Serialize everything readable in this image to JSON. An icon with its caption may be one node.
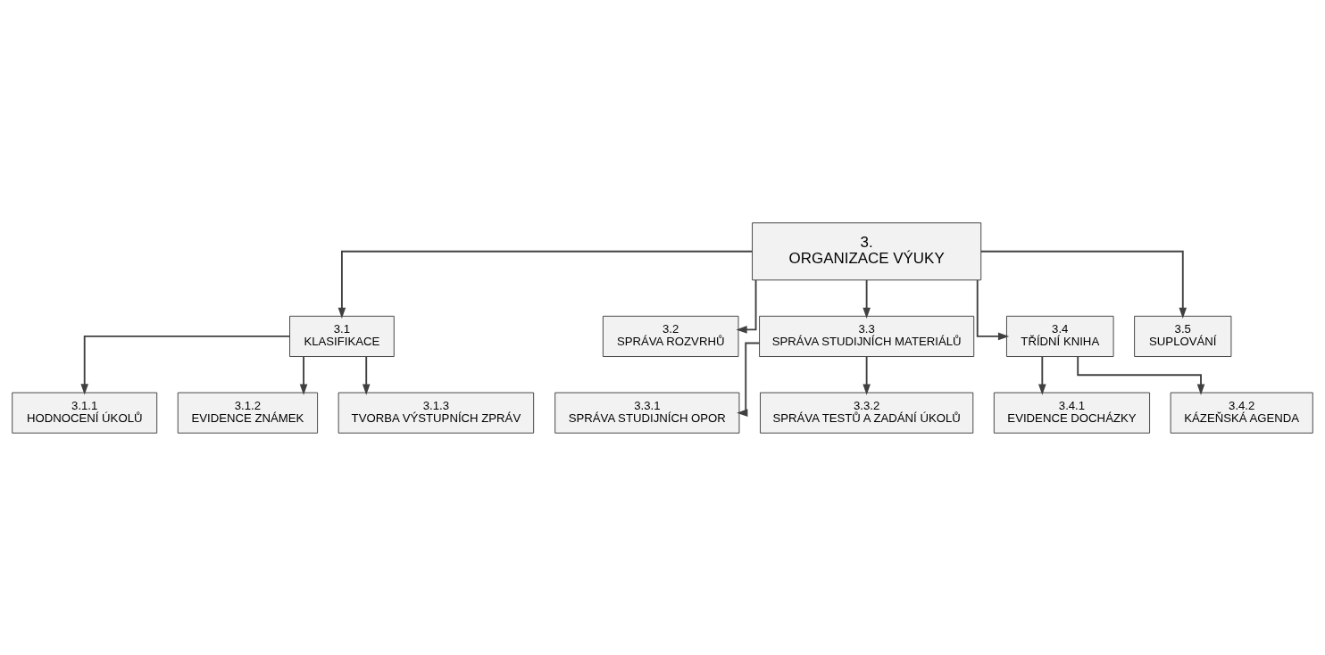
{
  "diagram": {
    "nodes": [
      {
        "text": [
          "3.",
          "ORGANIZACE VÝUKY"
        ]
      },
      {
        "text": [
          "3.1",
          "KLASIFIKACE"
        ]
      },
      {
        "text": [
          "3.2",
          "SPRÁVA ROZVRHŮ"
        ]
      },
      {
        "text": [
          "3.3",
          "SPRÁVA STUDIJNÍCH MATERIÁLŮ"
        ]
      },
      {
        "text": [
          "3.4",
          "TŘÍDNÍ KNIHA"
        ]
      },
      {
        "text": [
          "3.5",
          "SUPLOVÁNÍ"
        ]
      },
      {
        "text": [
          "3.1.1",
          "HODNOCENÍ ÚKOLŮ"
        ]
      },
      {
        "text": [
          "3.1.2",
          "EVIDENCE ZNÁMEK"
        ]
      },
      {
        "text": [
          "3.1.3",
          "TVORBA VÝSTUPNÍCH ZPRÁV"
        ]
      },
      {
        "text": [
          "3.3.1",
          "SPRÁVA STUDIJNÍCH OPOR"
        ]
      },
      {
        "text": [
          "3.3.2",
          "SPRÁVA TESTŮ A ZADÁNÍ ÚKOLŮ"
        ]
      },
      {
        "text": [
          "3.4.1",
          "EVIDENCE DOCHÁZKY"
        ]
      },
      {
        "text": [
          "3.4.2",
          "KÁZEŇSKÁ AGENDA"
        ]
      }
    ],
    "edges": [
      {
        "from": 0,
        "to": 1,
        "arrow": "to"
      },
      {
        "from": 0,
        "to": 2,
        "arrow": "to"
      },
      {
        "from": 0,
        "to": 3,
        "arrow": "to"
      },
      {
        "from": 0,
        "to": 4,
        "arrow": "to"
      },
      {
        "from": 0,
        "to": 5,
        "arrow": "to"
      },
      {
        "from": 1,
        "to": 6,
        "arrow": "to"
      },
      {
        "from": 1,
        "to": 7,
        "arrow": "to"
      },
      {
        "from": 1,
        "to": 8,
        "arrow": "to"
      },
      {
        "from": 3,
        "to": 9,
        "arrow": "to"
      },
      {
        "from": 3,
        "to": 10,
        "arrow": "to"
      },
      {
        "from": 4,
        "to": 11,
        "arrow": "to"
      },
      {
        "from": 4,
        "to": 12,
        "arrow": "to"
      }
    ]
  }
}
